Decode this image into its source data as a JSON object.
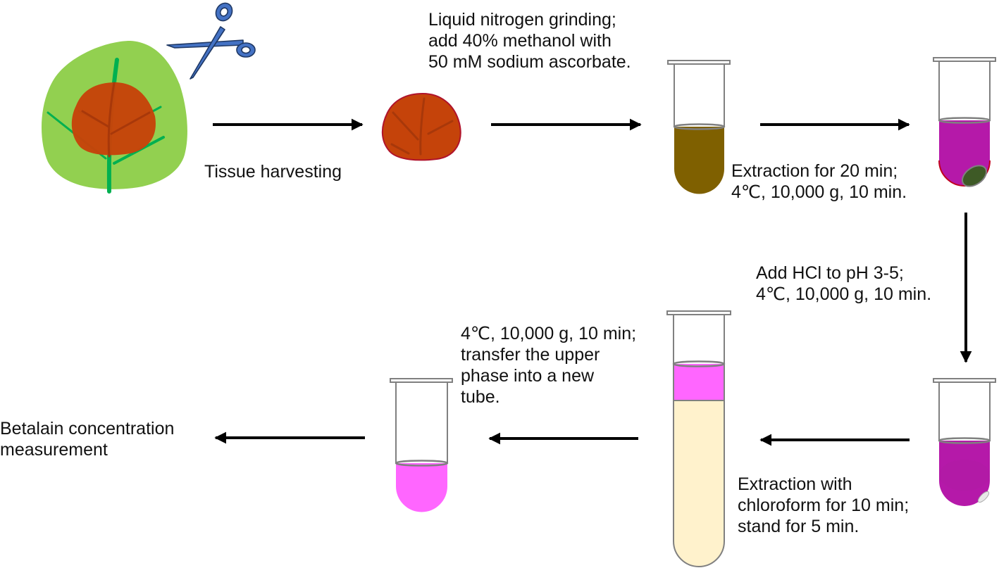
{
  "title": "Betalain extraction workflow",
  "colors": {
    "leaf_green": "#92d050",
    "vein_green": "#00b050",
    "tissue_red": "#c5430a",
    "tissue_outline": "#b0132b",
    "scissors_blue": "#4472c4",
    "scissors_outline": "#1f3864",
    "tube_outline": "#808080",
    "extract_brown": "#7f6000",
    "extract_purple": "#b519a9",
    "pellet_green": "#3e5a26",
    "upper_phase_pink": "#ff66ff",
    "lower_phase_cream": "#fff2cc",
    "arrow": "#000000"
  },
  "steps": [
    {
      "id": "harvest",
      "lines": [
        "Tissue harvesting"
      ]
    },
    {
      "id": "grind",
      "lines": [
        "Liquid nitrogen grinding;",
        "add 40% methanol with",
        "50 mM sodium ascorbate."
      ]
    },
    {
      "id": "extract",
      "lines": [
        "Extraction for 20 min;",
        "4℃, 10,000 g, 10 min."
      ]
    },
    {
      "id": "acidify",
      "lines": [
        "Add HCl to pH 3-5;",
        "4℃, 10,000 g, 10 min."
      ]
    },
    {
      "id": "chloroform",
      "lines": [
        "Extraction with",
        "chloroform for 10 min;",
        "stand for 5 min."
      ]
    },
    {
      "id": "transfer",
      "lines": [
        "4℃, 10,000 g, 10 min;",
        "transfer the upper",
        "phase into a new",
        "tube."
      ]
    },
    {
      "id": "measure",
      "lines": [
        "Betalain concentration",
        "measurement"
      ]
    }
  ],
  "icons": {
    "leaf": "leaf-with-sampled-tissue-icon",
    "scissors": "scissors-icon",
    "tissue": "tissue-sample-icon",
    "tube": "test-tube-icon",
    "arrow": "arrow-icon"
  }
}
